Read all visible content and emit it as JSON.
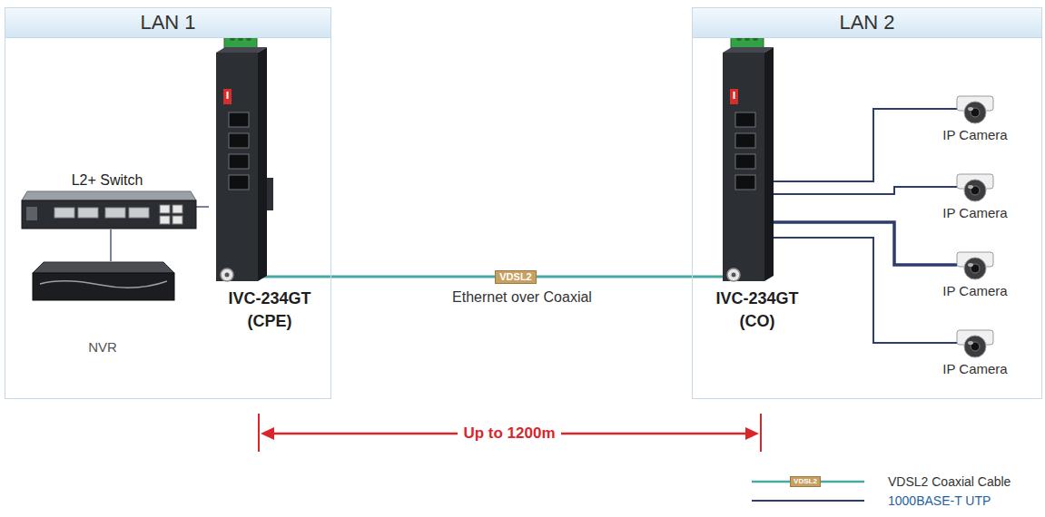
{
  "diagram": {
    "nodes": [
      {
        "text": [
          "LAN 1"
        ]
      },
      {
        "text": [
          "L2+ Switch"
        ],
        "in": 0
      },
      {
        "text": [
          "NVR"
        ],
        "in": 0
      },
      {
        "text": [
          "IVC-234GT",
          "(CPE)"
        ],
        "in": 0
      },
      {
        "text": [
          "LAN 2"
        ]
      },
      {
        "text": [
          "IVC-234GT",
          "(CO)"
        ],
        "in": 4
      },
      {
        "text": [
          "IP Camera"
        ],
        "in": 4
      },
      {
        "text": [
          "IP Camera"
        ],
        "in": 4
      },
      {
        "text": [
          "IP Camera"
        ],
        "in": 4
      },
      {
        "text": [
          "IP Camera"
        ],
        "in": 4
      }
    ],
    "edges": [
      {
        "from": 1,
        "to": 3,
        "arrow": "none"
      },
      {
        "from": 1,
        "to": 2,
        "arrow": "none"
      },
      {
        "from": 3,
        "to": 5,
        "label": "VDSL2",
        "arrow": "none"
      },
      {
        "from": 5,
        "to": 6,
        "arrow": "none"
      },
      {
        "from": 5,
        "to": 7,
        "arrow": "none"
      },
      {
        "from": 5,
        "to": 8,
        "arrow": "none"
      },
      {
        "from": 5,
        "to": 9,
        "arrow": "none"
      }
    ],
    "labels": [
      "Ethernet over Coaxial",
      "Up to 1200m",
      "VDSL2"
    ],
    "legend": [
      {
        "text": "VDSL2 Coaxial Cable"
      },
      {
        "text": "1000BASE-T UTP"
      }
    ]
  }
}
